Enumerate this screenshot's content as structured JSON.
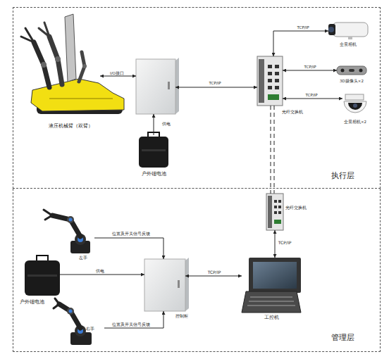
{
  "diagram": {
    "nodes": [
      {
        "text": [
          "执行层"
        ]
      },
      {
        "text": [
          "液压机械臂（双臂）"
        ],
        "in": 0
      },
      {
        "text": [],
        "in": 0
      },
      {
        "text": [
          "全景相机"
        ],
        "in": 0
      },
      {
        "text": [
          "光纤交换机"
        ],
        "in": 0
      },
      {
        "text": [
          "3D摄像头×2"
        ],
        "in": 0
      },
      {
        "text": [
          "全景相机×2"
        ],
        "in": 0
      },
      {
        "text": [
          "户外锂电池"
        ],
        "in": 0
      },
      {
        "text": [
          "管理层"
        ]
      },
      {
        "text": [
          "左手"
        ],
        "in": 8
      },
      {
        "text": [
          "光纤交换机"
        ],
        "in": 8
      },
      {
        "text": [
          "户外锂电池"
        ],
        "in": 8
      },
      {
        "text": [
          "控制柜"
        ],
        "in": 8
      },
      {
        "text": [
          "工控机"
        ],
        "in": 8
      },
      {
        "text": [
          "右手"
        ],
        "in": 8
      }
    ],
    "edges": [
      {
        "from": 1,
        "to": 2,
        "label": "I/O接口",
        "arrow": "both"
      },
      {
        "from": 2,
        "to": 4,
        "label": "TCP/IP",
        "arrow": "both"
      },
      {
        "from": 4,
        "to": 3,
        "label": "TCP/IP",
        "arrow": "both"
      },
      {
        "from": 4,
        "to": 5,
        "label": "TCP/IP",
        "arrow": "both"
      },
      {
        "from": 4,
        "to": 6,
        "label": "TCP/IP",
        "arrow": "both"
      },
      {
        "from": 7,
        "to": 2,
        "label": "供电",
        "arrow": "to"
      },
      {
        "from": 4,
        "to": 10,
        "arrow": "none"
      },
      {
        "from": 10,
        "to": 13,
        "label": "TCP/IP",
        "arrow": "both"
      },
      {
        "from": 9,
        "to": 12,
        "label": "位置及开关信号反馈",
        "arrow": "to"
      },
      {
        "from": 11,
        "to": 12,
        "label": "供电",
        "arrow": "to"
      },
      {
        "from": 12,
        "to": 13,
        "label": "TCP/IP",
        "arrow": "both"
      },
      {
        "from": 14,
        "to": 12,
        "label": "位置及开关信号反馈",
        "arrow": "to"
      }
    ]
  }
}
